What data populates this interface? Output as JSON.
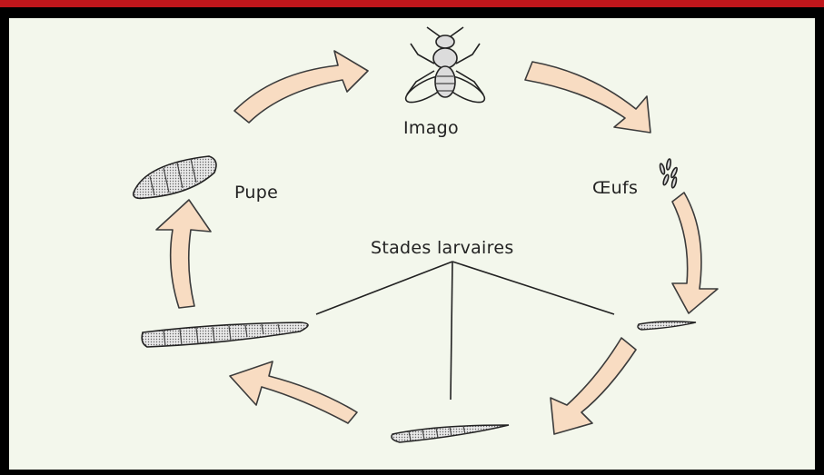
{
  "diagram": {
    "labels": {
      "imago": "Imago",
      "oeufs": "Œufs",
      "pupe": "Pupe",
      "stades_larvaires": "Stades larvaires"
    },
    "colors": {
      "arrow_fill": "#f8dcc2",
      "background": "#f3f7ec",
      "frame_top": "#c0161b"
    }
  }
}
